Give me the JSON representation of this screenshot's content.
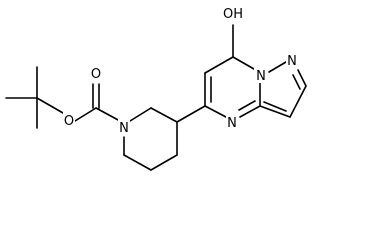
{
  "atoms": {
    "hydroxyl": "OH",
    "ester_oxygen": "O",
    "carbonyl_oxygen": "O",
    "piperidine_nitrogen": "N",
    "pyrazole_n2": "N",
    "bridgehead_n": "N",
    "pyrimidine_n": "N"
  }
}
